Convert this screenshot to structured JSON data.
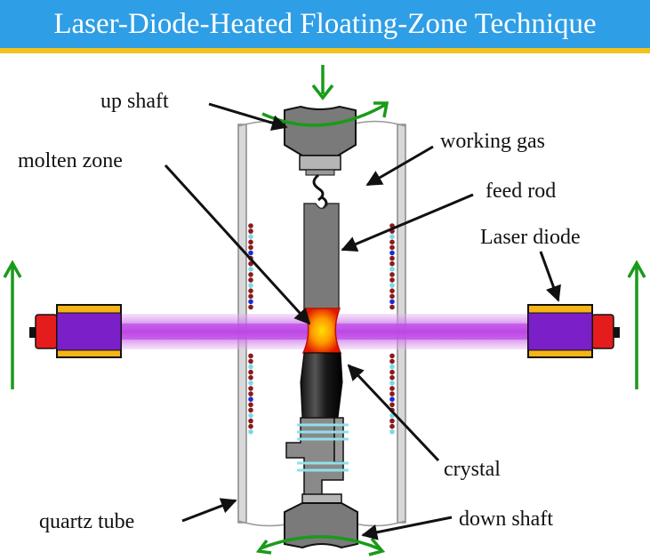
{
  "title": "Laser-Diode-Heated Floating-Zone Technique",
  "colors": {
    "title_bar": "#2e9ee6",
    "title_rule": "#f2c21a",
    "laser_beam": "#c04ae8",
    "laser_body": "#7b1fc8",
    "laser_trim": "#f5b514",
    "laser_cap": "#e51c1c",
    "molten_zone": "#ff3a00",
    "motion_arrows": "#1a9a1a",
    "coil_dark": "#8b1a1a",
    "coil_light": "#7ad9e6",
    "coil_blue": "#1a2bd9"
  },
  "labels": {
    "up_shaft": "up shaft",
    "molten_zone": "molten zone",
    "working_gas": "working gas",
    "feed_rod": "feed rod",
    "laser_diode": "Laser diode",
    "crystal": "crystal",
    "quartz_tube": "quartz tube",
    "down_shaft": "down shaft"
  }
}
